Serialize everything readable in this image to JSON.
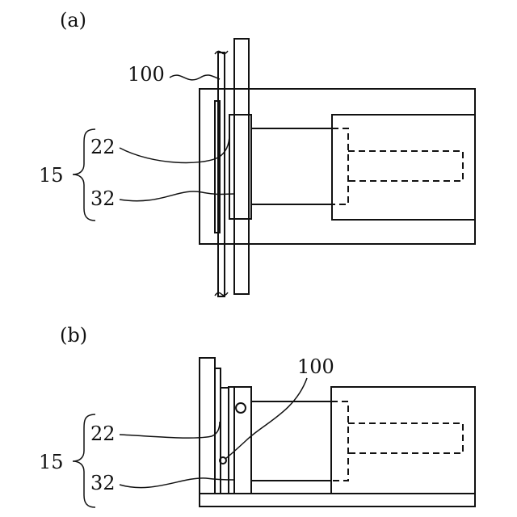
{
  "panels": [
    {
      "label": "(a)",
      "callouts": {
        "top": "100",
        "upper": "22",
        "lower": "32",
        "group": "15"
      }
    },
    {
      "label": "(b)",
      "callouts": {
        "top": "100",
        "upper": "22",
        "lower": "32",
        "group": "15"
      }
    }
  ]
}
